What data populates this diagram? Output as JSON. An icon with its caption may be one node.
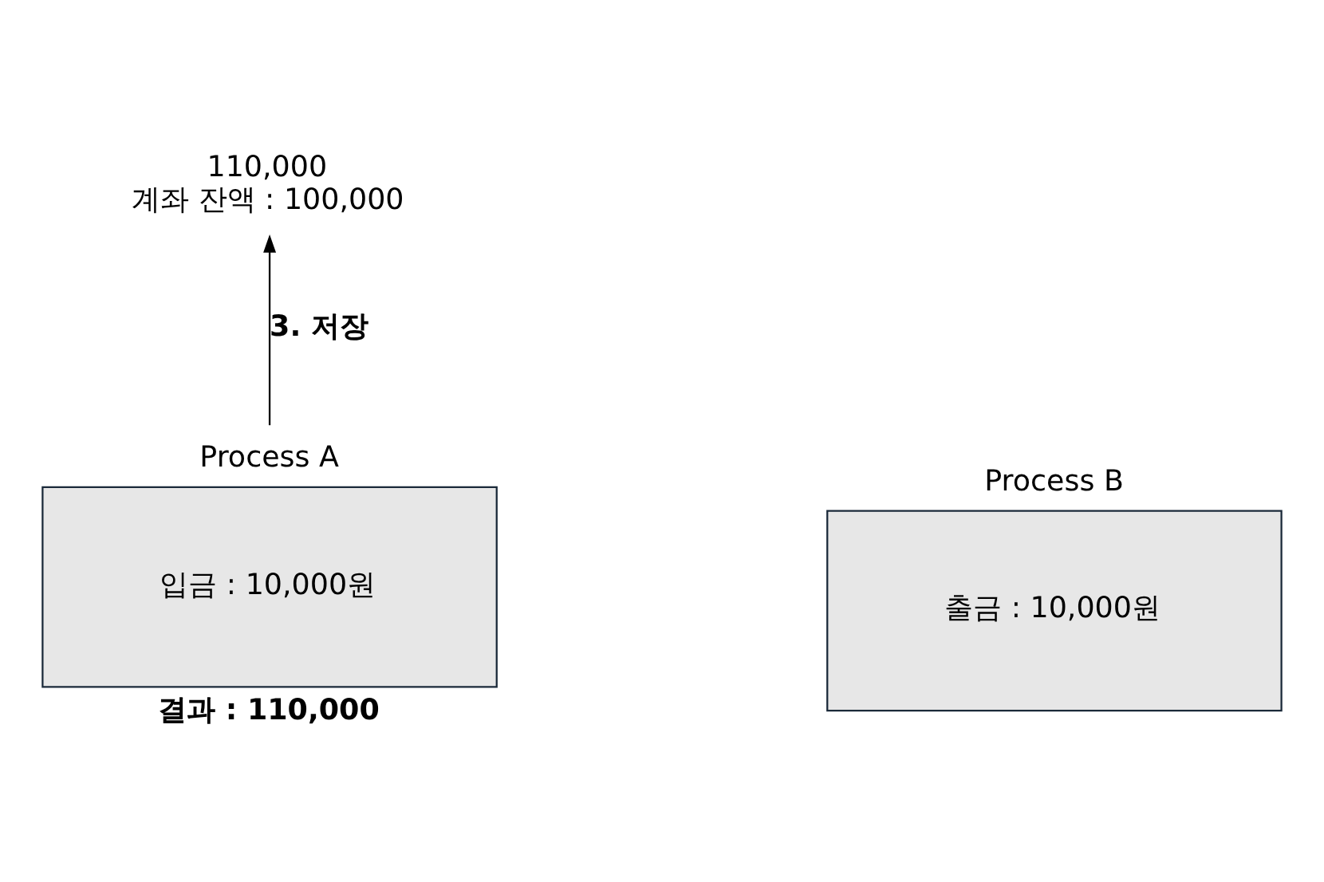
{
  "diagram": {
    "nodes": [
      {
        "text": [
          "Process A",
          "입금 : 10,000원"
        ],
        "beside": [
          "결과 : 110,000"
        ]
      },
      {
        "text": [
          "Process B",
          "출금 : 10,000원"
        ]
      },
      {
        "text": [
          "110,000",
          "계좌 잔액 : 100,000"
        ]
      }
    ],
    "edges": [
      {
        "from": 0,
        "to": 2,
        "arrow": "to",
        "label": "3. 저장"
      }
    ]
  }
}
